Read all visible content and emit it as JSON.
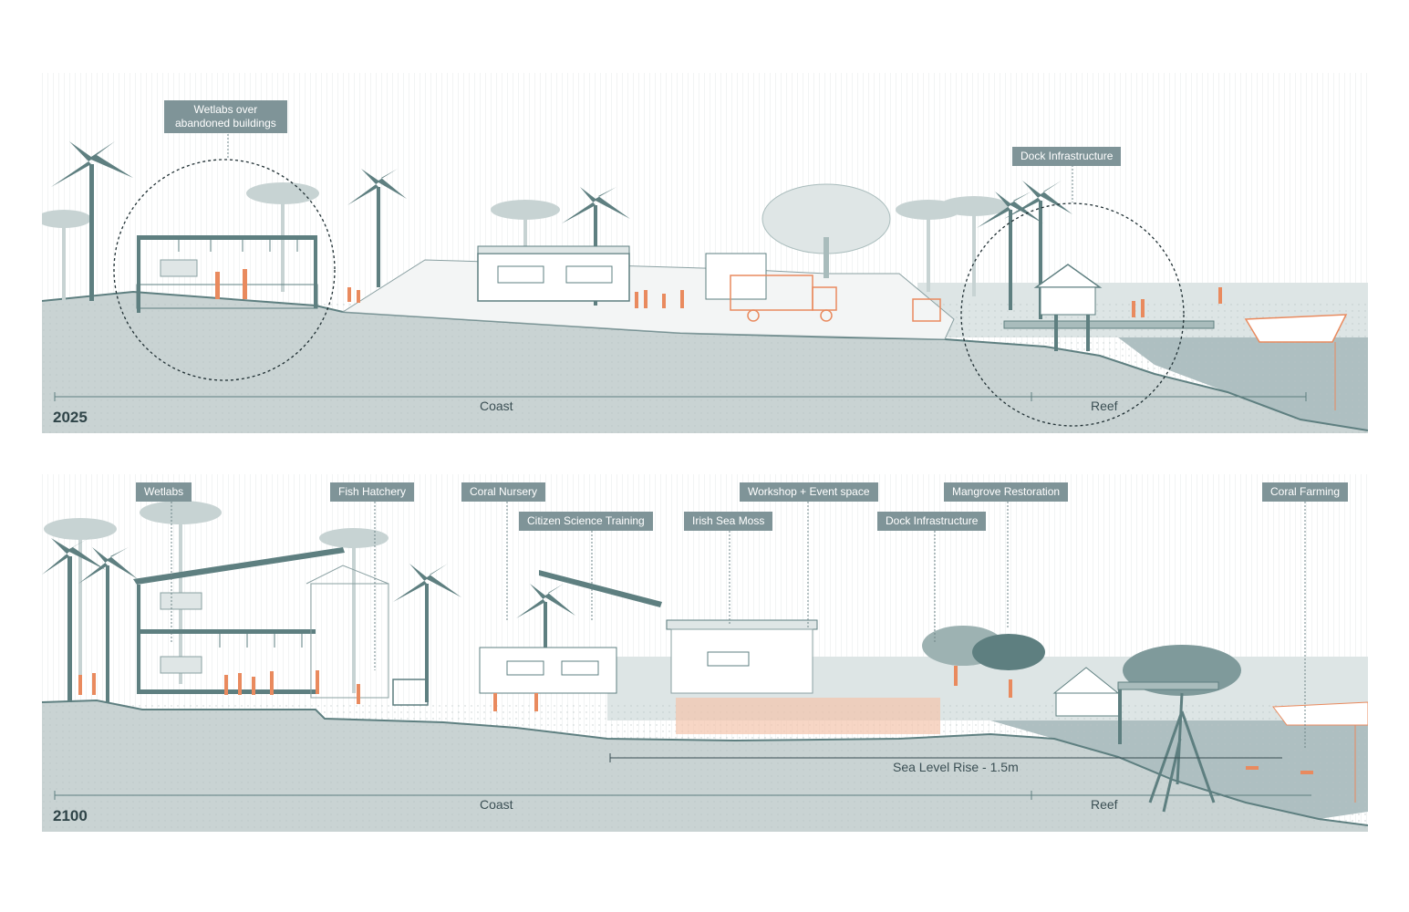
{
  "colors": {
    "ground": "#c9d3d3",
    "sky_line": "#e9eded",
    "teal": "#5e7f80",
    "teal_light": "#a9bcbc",
    "orange": "#e98a5e",
    "label_bg": "#7f9498",
    "water": "#aebfc1"
  },
  "panel_2025": {
    "year": "2025",
    "labels": {
      "wetlabs_line1": "Wetlabs over",
      "wetlabs_line2": "abandoned buildings",
      "dock": "Dock Infrastructure"
    },
    "axis": {
      "coast": "Coast",
      "reef": "Reef"
    }
  },
  "panel_2100": {
    "year": "2100",
    "labels": {
      "wetlabs": "Wetlabs",
      "fish_hatchery": "Fish Hatchery",
      "coral_nursery": "Coral Nursery",
      "citizen_science": "Citizen Science Training",
      "irish_sea_moss": "Irish Sea Moss",
      "workshop": "Workshop + Event space",
      "dock": "Dock Infrastructure",
      "mangrove": "Mangrove Restoration",
      "coral_farming": "Coral Farming"
    },
    "sea_level": "Sea Level Rise - 1.5m",
    "axis": {
      "coast": "Coast",
      "reef": "Reef"
    }
  }
}
